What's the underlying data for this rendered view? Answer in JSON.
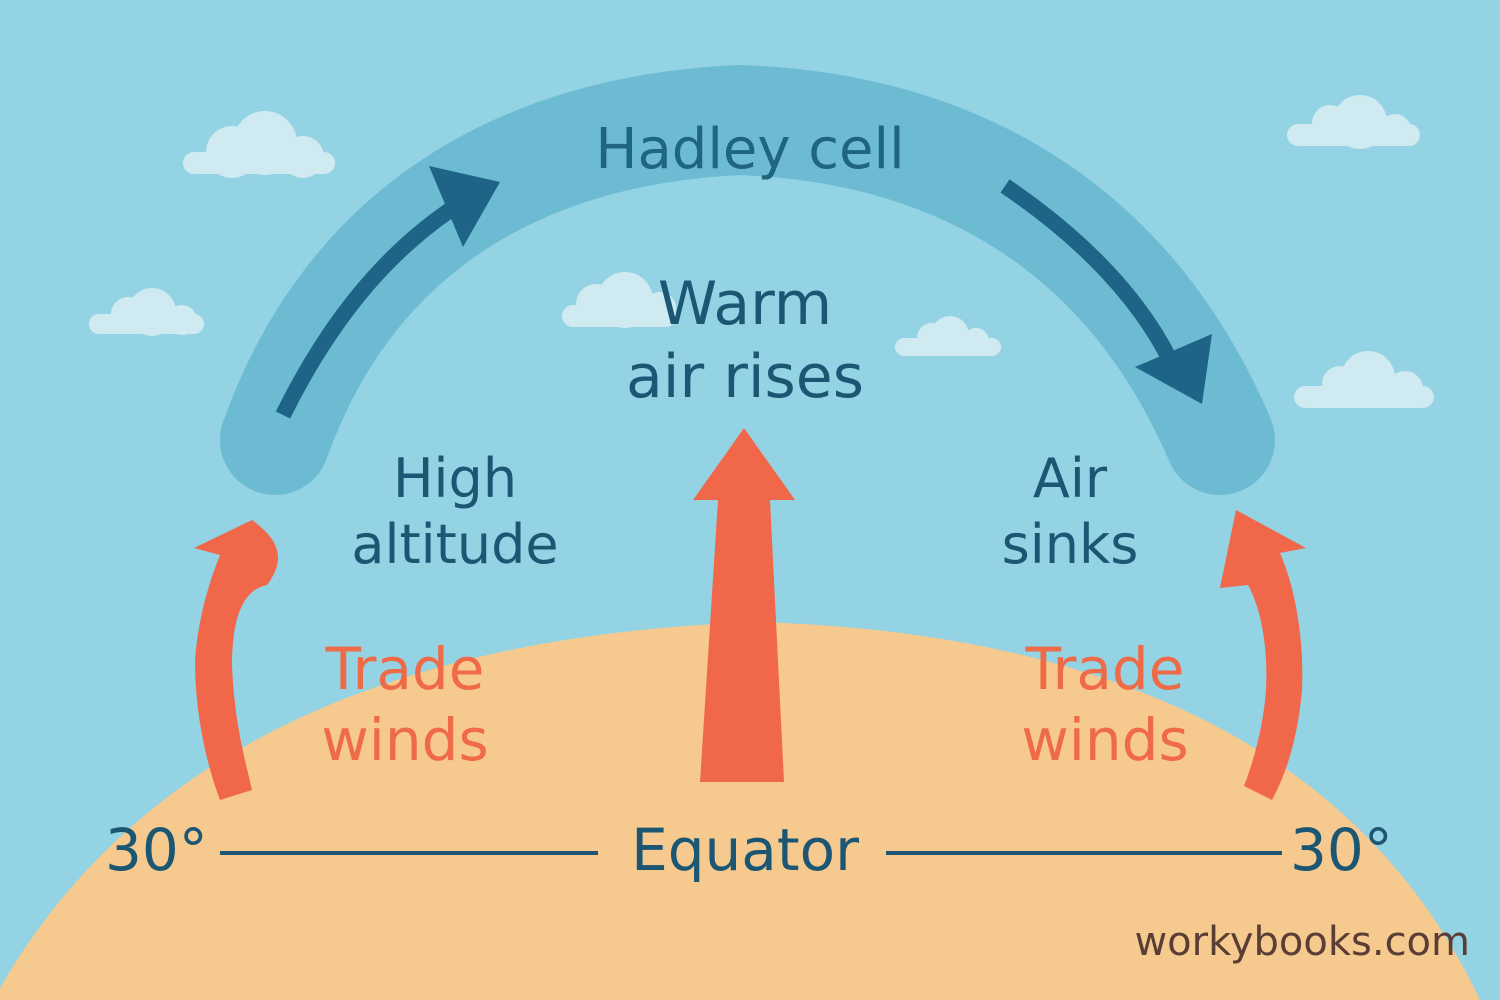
{
  "diagram": {
    "title": "Hadley cell",
    "center_label": [
      "Warm",
      "air rises"
    ],
    "left_label": [
      "High",
      "altitude"
    ],
    "right_label": [
      "Air",
      "sinks"
    ],
    "trade_winds_left": [
      "Trade",
      "winds"
    ],
    "trade_winds_right": [
      "Trade",
      "winds"
    ],
    "latitude_left": "30°",
    "latitude_right": "30°",
    "equator_label": "Equator",
    "credit": "workybooks.com"
  },
  "colors": {
    "sky": "#93d3e3",
    "earth": "#f6c98f",
    "cell_band": "#6dbbd2",
    "cell_arrow": "#1d6487",
    "rising_arrow": "#f0674a",
    "cloud": "#cfeaf1",
    "text_dark": "#1b5673",
    "text_orange": "#ef6a47"
  }
}
